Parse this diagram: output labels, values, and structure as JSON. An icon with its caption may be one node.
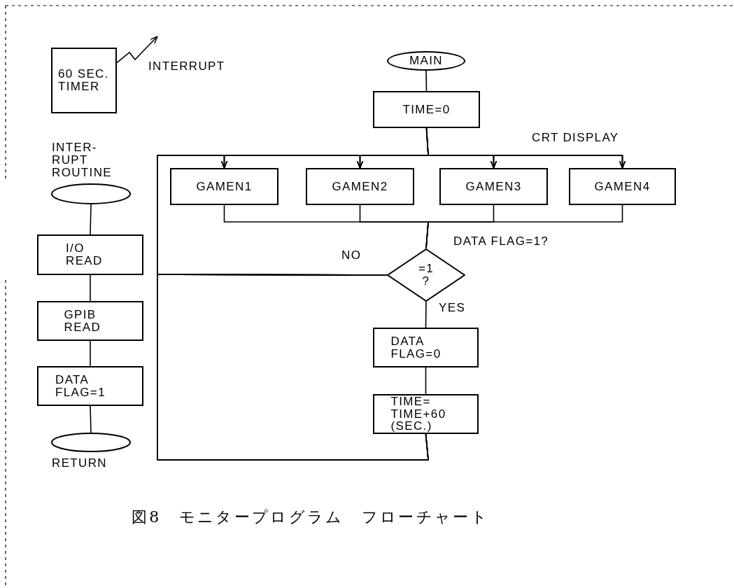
{
  "diagram": {
    "caption": "図8　モニタープログラム　フローチャート",
    "nodes": [
      {
        "text": [
          "60 SEC. TIMER"
        ]
      },
      {
        "text": [
          "MAIN"
        ]
      },
      {
        "text": [
          "TIME=0"
        ]
      },
      {
        "text": [
          "GAMEN1"
        ]
      },
      {
        "text": [
          "GAMEN2"
        ]
      },
      {
        "text": [
          "GAMEN3"
        ]
      },
      {
        "text": [
          "GAMEN4"
        ]
      },
      {
        "text": [
          "INTER- RUPT ROUTINE"
        ]
      },
      {
        "text": [
          "I/O READ"
        ]
      },
      {
        "text": [
          "GPIB READ"
        ]
      },
      {
        "text": [
          "DATA FLAG=1"
        ]
      },
      {
        "text": [
          "RETURN"
        ]
      },
      {
        "text": [
          "=1 ?"
        ],
        "beside": [
          "DATA FLAG=1?"
        ]
      },
      {
        "text": [
          "DATA FLAG=0"
        ]
      },
      {
        "text": [
          "TIME= TIME+60 (SEC.)"
        ]
      }
    ],
    "edges": [
      {
        "from": 0,
        "to": null,
        "arrow": "to"
      },
      {
        "from": 1,
        "to": 2,
        "arrow": "none"
      },
      {
        "from": 2,
        "to": 3,
        "arrow": "none"
      },
      {
        "from": 2,
        "to": 4,
        "arrow": "none"
      },
      {
        "from": 2,
        "to": 5,
        "arrow": "none"
      },
      {
        "from": 2,
        "to": 6,
        "arrow": "none"
      },
      {
        "from": 3,
        "to": 12,
        "arrow": "none"
      },
      {
        "from": 4,
        "to": 12,
        "arrow": "none"
      },
      {
        "from": 5,
        "to": 12,
        "arrow": "none"
      },
      {
        "from": 6,
        "to": 12,
        "arrow": "none"
      },
      {
        "from": 12,
        "to": 3,
        "arrow": "to",
        "label": "NO"
      },
      {
        "from": 12,
        "to": 4,
        "arrow": "to"
      },
      {
        "from": 12,
        "to": 5,
        "arrow": "to"
      },
      {
        "from": 12,
        "to": 6,
        "arrow": "to"
      },
      {
        "from": 12,
        "to": 13,
        "arrow": "none",
        "label": "YES"
      },
      {
        "from": 13,
        "to": 14,
        "arrow": "none"
      },
      {
        "from": 14,
        "to": 3,
        "arrow": "to"
      },
      {
        "from": 14,
        "to": 4,
        "arrow": "to"
      },
      {
        "from": 14,
        "to": 5,
        "arrow": "to"
      },
      {
        "from": 14,
        "to": 6,
        "arrow": "to"
      },
      {
        "from": 7,
        "to": 8,
        "arrow": "none"
      },
      {
        "from": 8,
        "to": 9,
        "arrow": "none"
      },
      {
        "from": 9,
        "to": 10,
        "arrow": "none"
      },
      {
        "from": 10,
        "to": 11,
        "arrow": "none"
      }
    ],
    "labels": [
      "INTERRUPT",
      "CRT DISPLAY"
    ]
  }
}
